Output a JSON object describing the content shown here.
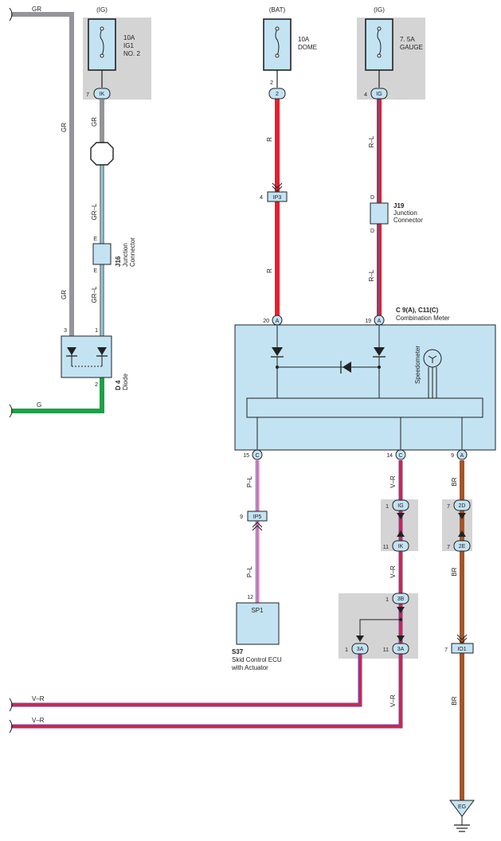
{
  "power_sources": {
    "ig_left": "(IG)",
    "bat": "(BAT)",
    "ig_right": "(IG)"
  },
  "fuses": {
    "ig1": [
      "10A",
      "IG1",
      "NO. 2"
    ],
    "dome": [
      "10A",
      "DOME"
    ],
    "gauge": [
      "7. 5A",
      "GAUGE"
    ]
  },
  "connectors": {
    "IK_top": "IK",
    "two_top": "2",
    "IG_top": "IG",
    "IP3": "IP3",
    "IP5": "IP5",
    "A20": "A",
    "A19": "A",
    "C15": "C",
    "C14": "C",
    "A9": "A",
    "IG_mid": "IG",
    "IK_mid": "IK",
    "2D": "2D",
    "2E": "2E",
    "3B": "3B",
    "3A_left": "3A",
    "3A_right": "3A",
    "IO1": "IO1",
    "EG": "EG",
    "SP1": "SP1"
  },
  "pins": {
    "ik_top": "7",
    "two_top": "2",
    "ig_top": "4",
    "ip3": "4",
    "a20": "20",
    "a19": "19",
    "diode_left": "3",
    "diode_right": "1",
    "diode_bottom": "2",
    "c15": "15",
    "c14": "14",
    "a9": "9",
    "ip5": "9",
    "ig_mid": "1",
    "ik_mid": "11",
    "d2": "7",
    "e2": "7",
    "b3": "1",
    "a3_left": "1",
    "a3_right": "11",
    "io1": "7",
    "sp1": "12",
    "j16_top": "E",
    "j16_bottom": "E",
    "j19_top": "D",
    "j19_bottom": "D"
  },
  "wire_labels": {
    "gr_top": "GR",
    "gr_left_vertical": "GR",
    "gr_left_lower": "GR",
    "gr_under_ik": "GR",
    "gr_l_upper": "GR–L",
    "gr_l_lower": "GR–L",
    "g": "G",
    "r_upper": "R",
    "r_lower": "R",
    "rl_upper": "R–L",
    "rl_lower": "R–L",
    "pl_upper": "P–L",
    "pl_lower": "P–L",
    "vr_upper": "V–R",
    "vr_mid": "V–R",
    "vr_lower": "V–R",
    "vr_wire1": "V–R",
    "vr_wire2": "V–R",
    "br_upper": "BR",
    "br_mid": "BR",
    "br_lower": "BR"
  },
  "components": {
    "j16_code": "J16",
    "j16_name": [
      "Junction",
      "Connector"
    ],
    "j19_code": "J19",
    "j19_name": [
      "Junction",
      "Connector"
    ],
    "d4_code": "D 4",
    "d4_name": "Diode",
    "meter_code": "C 9(A), C11(C)",
    "meter_name": "Combination Meter",
    "speedometer": "Speedometer",
    "s37_code": "S37",
    "s37_name": [
      "Skid Control ECU",
      "with Actuator"
    ]
  },
  "colors": {
    "gray_wire": "#939598",
    "red_wire": "#e5202e",
    "green_wire": "#1ea048",
    "brown_wire": "#a4552c",
    "component_fill": "#c3e3f3",
    "shade": "#d4d4d4"
  }
}
